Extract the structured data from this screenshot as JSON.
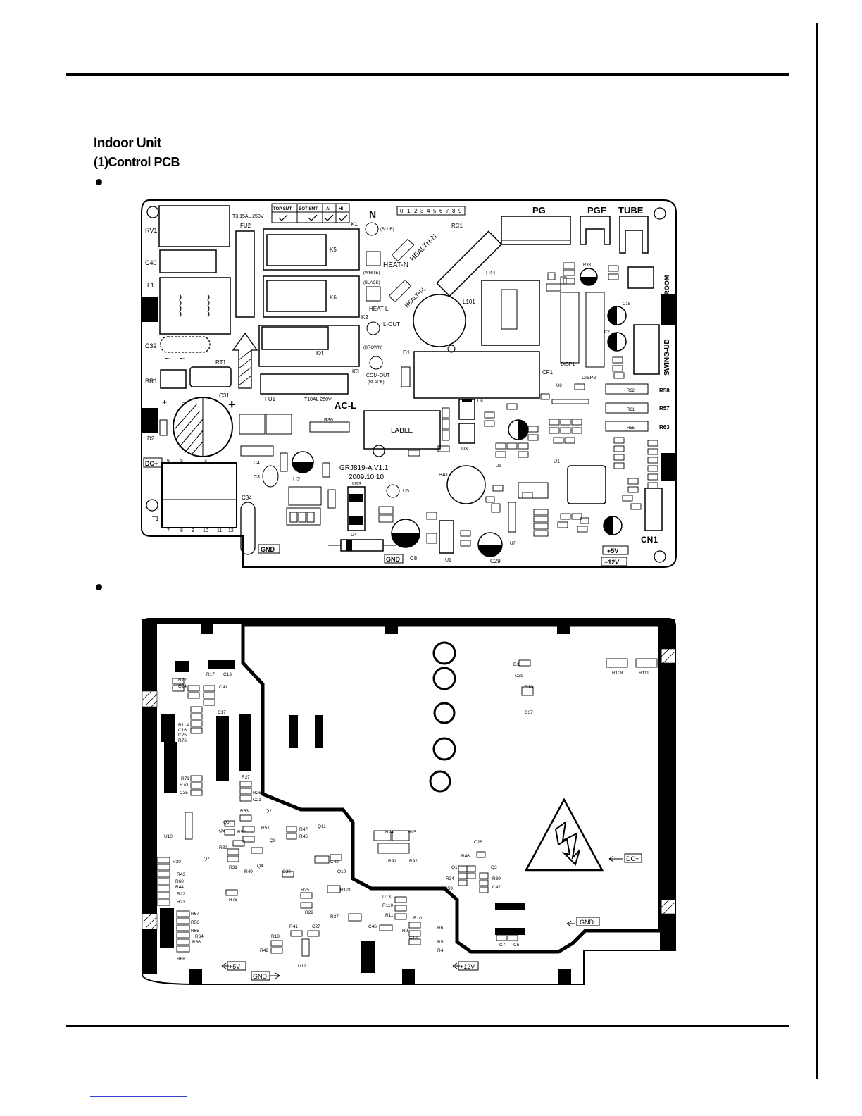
{
  "page": {
    "section_title": "Indoor Unit",
    "subsection_title": "(1)Control PCB"
  },
  "top_pcb": {
    "fuse_fu2": "T3.15AL 250V",
    "fuse_fu1": "T10AL 250V",
    "dip_labels": [
      "TOP SMT",
      "BOT SMT",
      "AI",
      "HI"
    ],
    "numbers": [
      "0",
      "1",
      "2",
      "3",
      "4",
      "5",
      "6",
      "7",
      "8",
      "9"
    ],
    "board_name": "GRJ819-A V1.1",
    "board_date": "2009.10.10",
    "label_box": "LABLE",
    "connectors": {
      "n": "N",
      "pg": "PG",
      "pgf": "PGF",
      "tube": "TUBE",
      "room": "T-HEAT ROOM",
      "swing": "SWING-UD",
      "cn1": "CN1",
      "heat_n": "HEAT-N",
      "heat_l": "HEAT-L",
      "health_n": "HEALTH-N",
      "health_l": "HEALTH-L",
      "l_out": "L-OUT",
      "com_out": "COM-OUT",
      "ac_l": "AC-L",
      "dc_plus": "DC+",
      "gnd": "GND",
      "plus5v": "+5V",
      "plus12v": "+12V",
      "blue": "(BLUE)",
      "white": "(WHITE)",
      "black": "(BLACK)",
      "brown": "(BROWN)",
      "black2": "(BLACK)"
    },
    "parts": {
      "rv1": "RV1",
      "c40": "C40",
      "l1": "L1",
      "c32": "C32",
      "br1": "BR1",
      "rt1": "RT1",
      "c31": "C31",
      "d2": "D2",
      "t1": "T1",
      "c34": "C34",
      "fu2": "FU2",
      "fu1": "FU1",
      "k1": "K1",
      "k5": "K5",
      "k6": "K6",
      "k2": "K2",
      "k4": "K4",
      "k3": "K3",
      "rc1": "RC1",
      "u11": "U11",
      "l101": "L101",
      "d1": "D1",
      "cf1": "CF1",
      "disp1": "DISP1",
      "disp2": "DISP2",
      "u8": "U8",
      "ha1": "HA1",
      "u1": "U1",
      "u2": "U2",
      "u3": "U3",
      "u4": "U4",
      "u5": "U5",
      "u6": "U6",
      "u7": "U7",
      "u9": "U9",
      "u13": "U13",
      "c8": "C8",
      "c29": "C29",
      "c4": "C4",
      "c3": "C3",
      "r36": "R36",
      "r62": "R62",
      "r61": "R61",
      "r55": "R55",
      "r58": "R58",
      "r57": "R57",
      "r63": "R63",
      "r33": "R33",
      "c18": "C18",
      "c2": "C2"
    },
    "pin_numbers": [
      "6",
      "5",
      "3",
      "7",
      "8",
      "9",
      "10",
      "11",
      "12"
    ]
  },
  "bottom_pcb": {
    "dc_plus": "DC+",
    "gnd": "GND",
    "plus5v": "+5V",
    "gnd2": "GND",
    "plus12v": "+12V",
    "parts": {
      "u10": "U10",
      "u12": "U12",
      "r108": "R108",
      "r111": "R111",
      "d3": "D3",
      "c39": "C39",
      "d10": "D10",
      "c37": "C37",
      "r94": "R94",
      "r95": "R95",
      "r91": "R91",
      "r92": "R92",
      "c26": "C26",
      "r46": "R46",
      "q1": "Q1",
      "q3": "Q3",
      "r34": "R34",
      "r39": "R39",
      "r59": "R59",
      "c42": "C42",
      "d13": "D13",
      "r110": "R110",
      "r11": "R11",
      "r10": "R10",
      "r9": "R9",
      "r6": "R6",
      "c12": "C12",
      "r5": "R5",
      "r4": "R4",
      "c46": "C46",
      "r37": "R37",
      "c7": "C7",
      "c5": "C5",
      "r72": "R72",
      "c24": "C24",
      "r17": "R17",
      "c13": "C13",
      "c41": "C41",
      "c17": "C17",
      "r114": "R114",
      "c16": "C16",
      "c25": "C25",
      "r76": "R76",
      "r71": "R71",
      "r70": "R70",
      "c35": "C35",
      "r27": "R27",
      "r26": "R26",
      "c21": "C21",
      "r53": "R53",
      "q2": "Q2",
      "q6": "Q6",
      "r51": "R51",
      "q5": "Q5",
      "r52": "R52",
      "q9": "Q9",
      "r32": "R32",
      "q7": "Q7",
      "r31": "R31",
      "q4": "Q4",
      "r49": "R49",
      "r47": "R47",
      "r45": "R45",
      "q11": "Q11",
      "c48": "C48",
      "q10": "Q10",
      "c28": "C28",
      "r25": "R25",
      "r121": "R121",
      "r75": "R75",
      "r29": "R29",
      "r41": "R41",
      "c27": "C27",
      "r18": "R18",
      "r42": "R42",
      "r30": "R30",
      "r43": "R43",
      "r60": "R60",
      "r44": "R44",
      "r22": "R22",
      "r23": "R23",
      "r67": "R67",
      "r56": "R56",
      "r65": "R65",
      "r64": "R64",
      "r66": "R66",
      "r68": "R68"
    }
  }
}
